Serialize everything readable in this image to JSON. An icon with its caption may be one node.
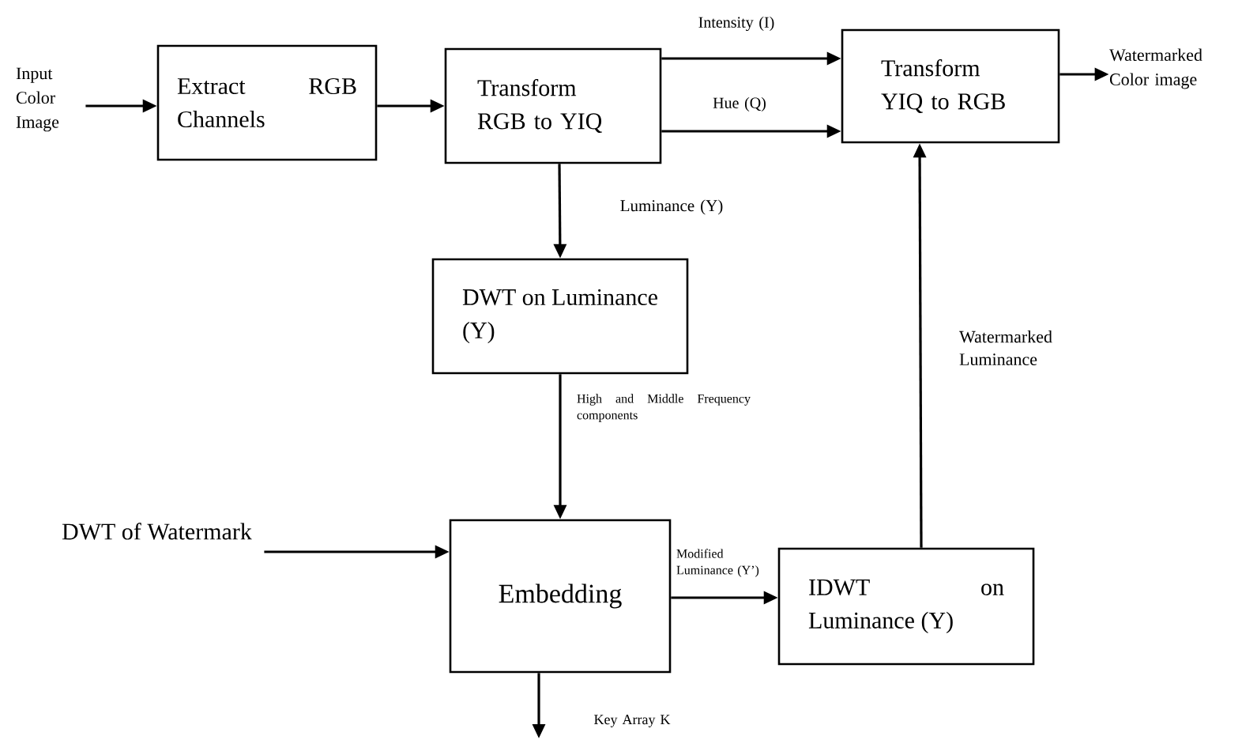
{
  "diagram": {
    "nodes": [
      {
        "text": [
          "Input Color Image"
        ]
      },
      {
        "text": [
          "Extract RGB Channels"
        ]
      },
      {
        "text": [
          "Transform RGB to YIQ"
        ]
      },
      {
        "text": [
          "Transform YIQ to RGB"
        ]
      },
      {
        "text": [
          "Watermarked Color image"
        ]
      },
      {
        "text": [
          "DWT on Luminance (Y)"
        ]
      },
      {
        "text": [
          "DWT of Watermark"
        ]
      },
      {
        "text": [
          "Embedding"
        ]
      },
      {
        "text": [
          "IDWT on Luminance (Y)"
        ]
      }
    ],
    "edges": [
      {
        "from": 0,
        "to": 1,
        "arrow": "to"
      },
      {
        "from": 1,
        "to": 2,
        "arrow": "to"
      },
      {
        "from": 2,
        "to": 3,
        "arrow": "to",
        "label": "Intensity (I)"
      },
      {
        "from": 2,
        "to": 3,
        "arrow": "to",
        "label": "Hue (Q)"
      },
      {
        "from": 3,
        "to": 4,
        "arrow": "to"
      },
      {
        "from": 2,
        "to": 5,
        "arrow": "to",
        "label": "Luminance (Y)"
      },
      {
        "from": 5,
        "to": 7,
        "arrow": "to",
        "label": "High and Middle Frequency components"
      },
      {
        "from": 6,
        "to": 7,
        "arrow": "to"
      },
      {
        "from": 7,
        "to": 8,
        "arrow": "to",
        "label": "Modified Luminance (Y’)"
      },
      {
        "from": 8,
        "to": 3,
        "arrow": "to",
        "label": "Watermarked Luminance"
      },
      {
        "from": 7,
        "to": null,
        "arrow": "to",
        "label": "Key Array K"
      }
    ]
  }
}
